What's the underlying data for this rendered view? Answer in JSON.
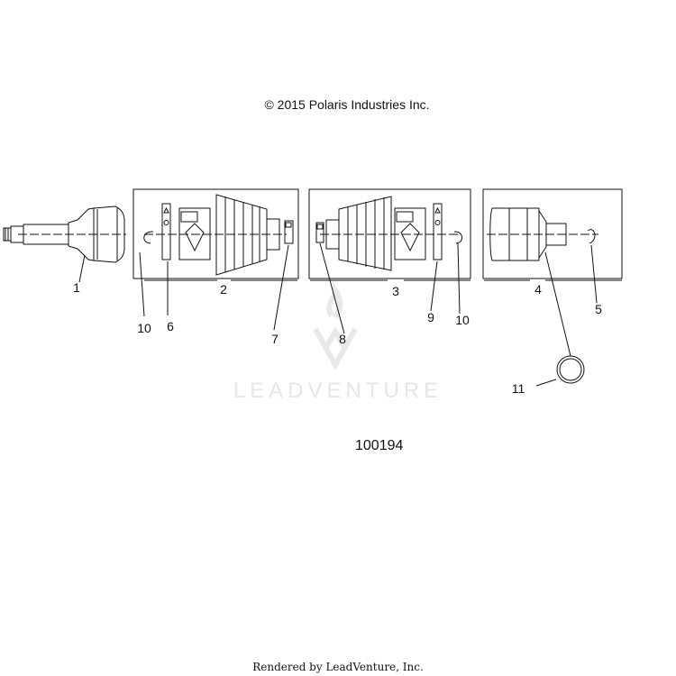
{
  "header": {
    "copyright": "© 2015 Polaris Industries Inc."
  },
  "drawing": {
    "number": "100194"
  },
  "watermark": {
    "text": "LEADVENTURE",
    "icon": "leadventure-logo-icon"
  },
  "footer": {
    "text": "Rendered by LeadVenture, Inc."
  },
  "callouts": [
    {
      "id": "1",
      "label": "1"
    },
    {
      "id": "2",
      "label": "2"
    },
    {
      "id": "3",
      "label": "3"
    },
    {
      "id": "4",
      "label": "4"
    },
    {
      "id": "5",
      "label": "5"
    },
    {
      "id": "6",
      "label": "6"
    },
    {
      "id": "7",
      "label": "7"
    },
    {
      "id": "8",
      "label": "8"
    },
    {
      "id": "9",
      "label": "9"
    },
    {
      "id": "10a",
      "label": "10"
    },
    {
      "id": "10b",
      "label": "10"
    },
    {
      "id": "11",
      "label": "11"
    }
  ]
}
